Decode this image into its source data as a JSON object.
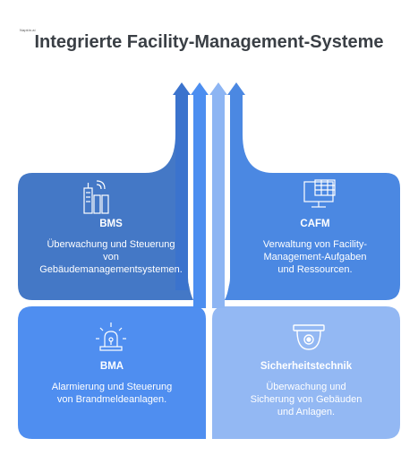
{
  "header": {
    "logo_text": "Napkin.ai",
    "title": "Integrierte Facility-Management-Systeme"
  },
  "colors": {
    "dark_blue": "#4478c6",
    "mid_blue": "#4b88e2",
    "bright_blue": "#4f8ef0",
    "light_blue": "#93b8f3",
    "arrow_dark": "#3b73cd",
    "arrow_mid": "#4c8ef0",
    "arrow_light": "#8db5f3",
    "title_color": "#3a3f45"
  },
  "quadrants": [
    {
      "id": "bms",
      "icon": "building-wifi-icon",
      "title": "BMS",
      "description": [
        "Überwachung und Steuerung",
        "von",
        "Gebäudemanagementsystemen."
      ]
    },
    {
      "id": "cafm",
      "icon": "monitor-grid-icon",
      "title": "CAFM",
      "description": [
        "Verwaltung von Facility-",
        "Management-Aufgaben",
        "und Ressourcen."
      ]
    },
    {
      "id": "bma",
      "icon": "alarm-siren-icon",
      "title": "BMA",
      "description": [
        "Alarmierung und Steuerung",
        "von Brandmeldeanlagen."
      ]
    },
    {
      "id": "security",
      "icon": "dome-camera-icon",
      "title": "Sicherheitstechnik",
      "description": [
        "Überwachung und",
        "Sicherung von Gebäuden",
        "und Anlagen."
      ]
    }
  ]
}
